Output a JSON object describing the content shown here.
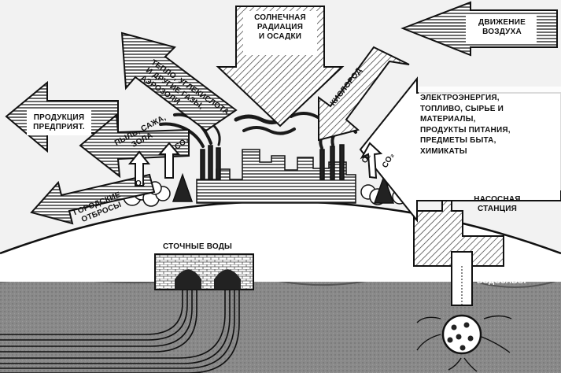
{
  "colors": {
    "ink": "#111111",
    "sky": "#f2f2f2",
    "ground": "#ffffff",
    "water": "#7d7d7d",
    "tone": "#c8c8c8"
  },
  "labels": {
    "solar": [
      "СОЛНЕЧНАЯ",
      "РАДИАЦИЯ",
      "И ОСАДКИ"
    ],
    "air_movement": [
      "ДВИЖЕНИЕ",
      "ВОЗДУХА"
    ],
    "gases": [
      "ТЕПЛО, УГЛЕКИСЛОТА",
      "И ДРУГИЕ ГАЗЫ,",
      "АЭРОЗОЛИ"
    ],
    "oxygen": "КИСЛОРОД",
    "products": [
      "ПРОДУКЦИЯ",
      "ПРЕДПРИЯТ."
    ],
    "dust": [
      "ПЫЛЬ, САЖА,",
      "ЗОЛА"
    ],
    "co2_left": "CO₂",
    "o2_left": "O₂",
    "waste": [
      "ГОРОДСКИЕ",
      "ОТБРОСЫ"
    ],
    "inputs": [
      "ЭЛЕКТРОЭНЕРГИЯ,",
      "ТОПЛИВО, СЫРЬЕ И",
      "МАТЕРИАЛЫ,",
      "ПРОДУКТЫ ПИТАНИЯ,",
      "ПРЕДМЕТЫ БЫТА,",
      "ХИМИКАТЫ"
    ],
    "o2_right": "O₂",
    "co2_right": "CO₂",
    "pump": [
      "НАСОСНАЯ",
      "СТАНЦИЯ"
    ],
    "sewage": "СТОЧНЫЕ ВОДЫ",
    "intake": "ВОДОЗАБОР"
  }
}
